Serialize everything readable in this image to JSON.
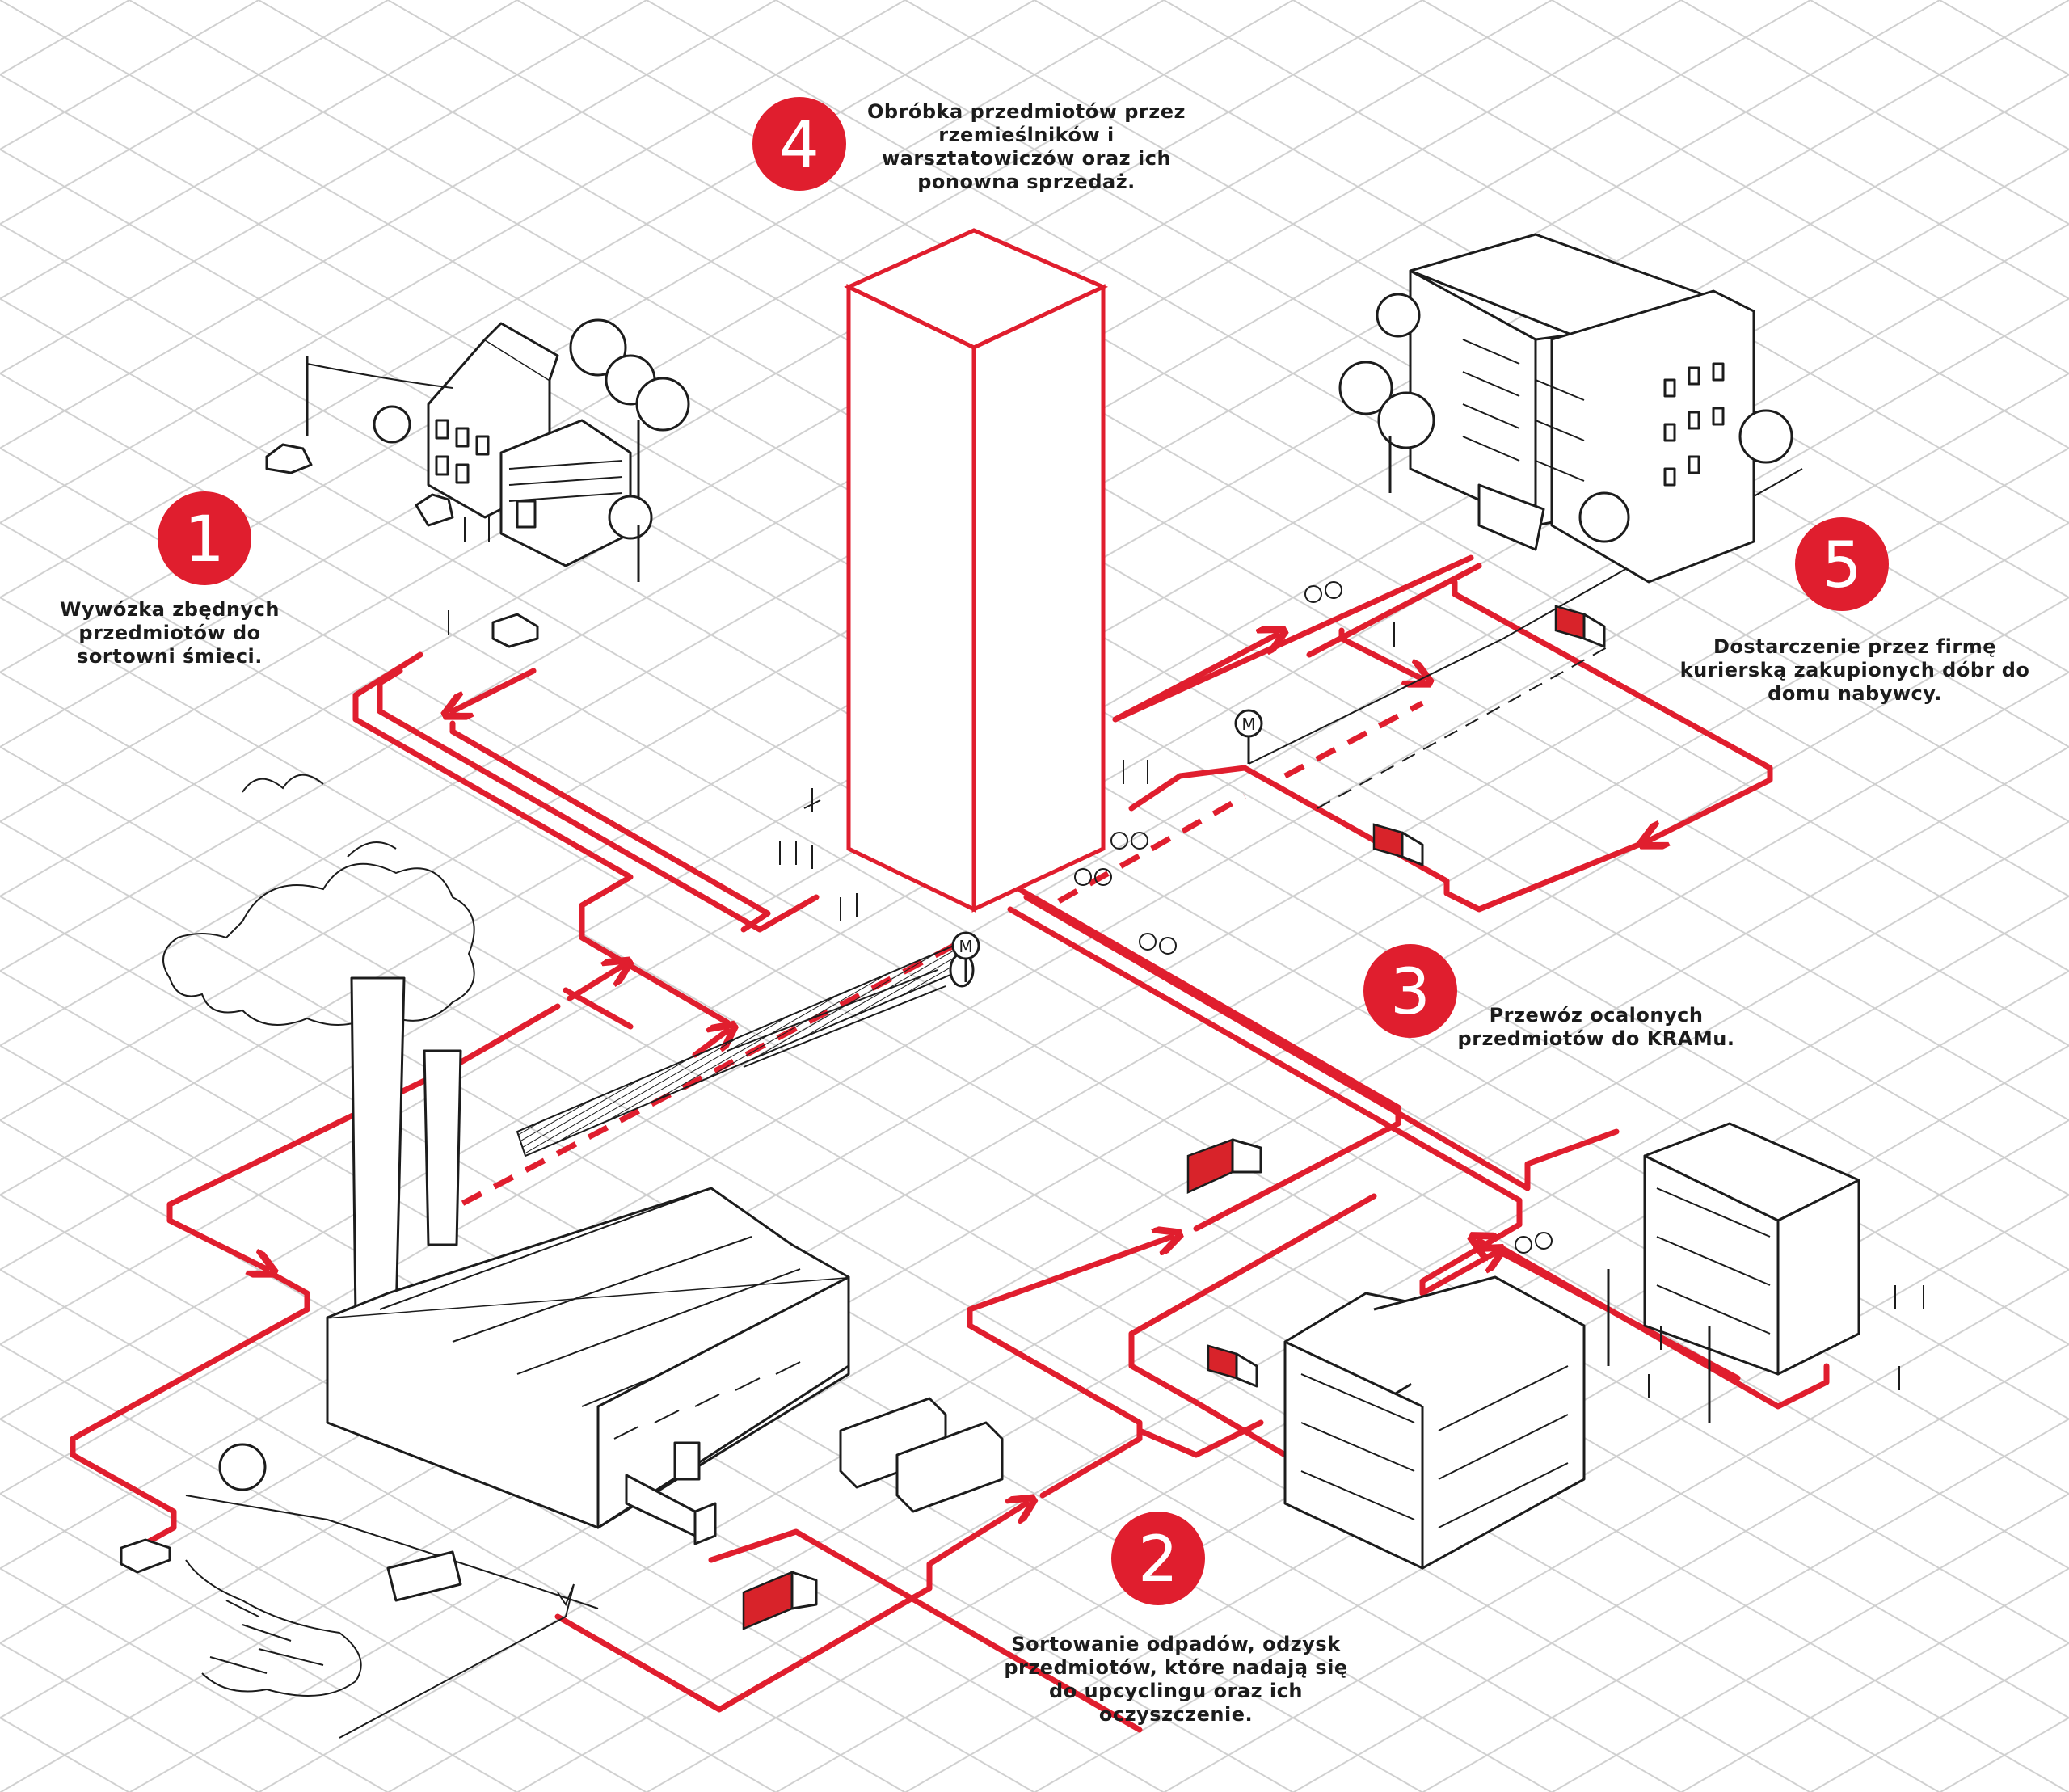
{
  "colors": {
    "route": "#e01e2e",
    "badge": "#e01e2e",
    "ink": "#1c1c1c",
    "grid": "#cfcfcf",
    "background": "#ffffff"
  },
  "steps": [
    {
      "number": "1",
      "text": "Wywózka zbędnych przedmiotów do sortowni śmieci."
    },
    {
      "number": "2",
      "text": "Sortowanie odpadów, odzysk przedmiotów, które nadają się do upcyclingu oraz ich oczyszczenie."
    },
    {
      "number": "3",
      "text": "Przewóz ocalonych przedmiotów do KRAMu."
    },
    {
      "number": "4",
      "text": "Obróbka przedmiotów przez rzemieślników i warsztatowiczów oraz ich ponowna sprzedaż."
    },
    {
      "number": "5",
      "text": "Dostarczenie przez firmę kurierską zakupionych dóbr do domu nabywcy."
    }
  ],
  "metro_sign": "M",
  "icons": [
    "metro-sign-icon",
    "truck-icon",
    "car-icon",
    "bicycle-icon",
    "person-icon",
    "tree-icon",
    "smoke-cloud-icon",
    "arrow-icon"
  ]
}
